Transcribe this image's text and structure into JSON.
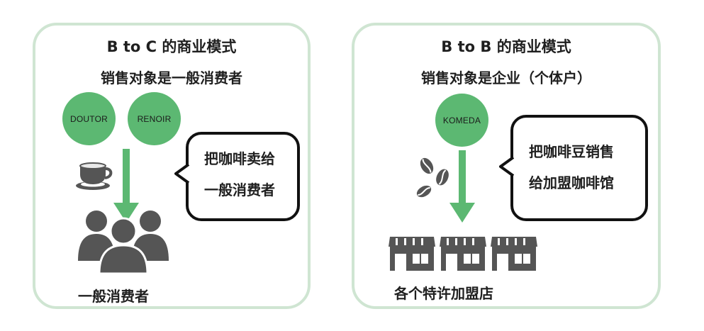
{
  "left_panel": {
    "title": "B to C 的商业模式",
    "subtitle": "销售对象是一般消费者",
    "brands": [
      "DOUTOR",
      "RENOIR"
    ],
    "bubble_lines": [
      "把咖啡卖给",
      "一般消费者"
    ],
    "caption": "一般消费者",
    "icons": [
      "coffee-cup-icon",
      "people-icon"
    ]
  },
  "right_panel": {
    "title": "B to B 的商业模式",
    "subtitle": "销售对象是企业（个体户）",
    "brand": "KOMEDA",
    "bubble_lines": [
      "把咖啡豆销售",
      "给加盟咖啡馆"
    ],
    "caption": "各个特许加盟店",
    "icons": [
      "coffee-beans-icon",
      "storefront-icon"
    ]
  },
  "colors": {
    "panel_border": "#cfe5d2",
    "brand_circle": "#5cb872",
    "arrow": "#5cb872",
    "icon_gray": "#555555"
  }
}
